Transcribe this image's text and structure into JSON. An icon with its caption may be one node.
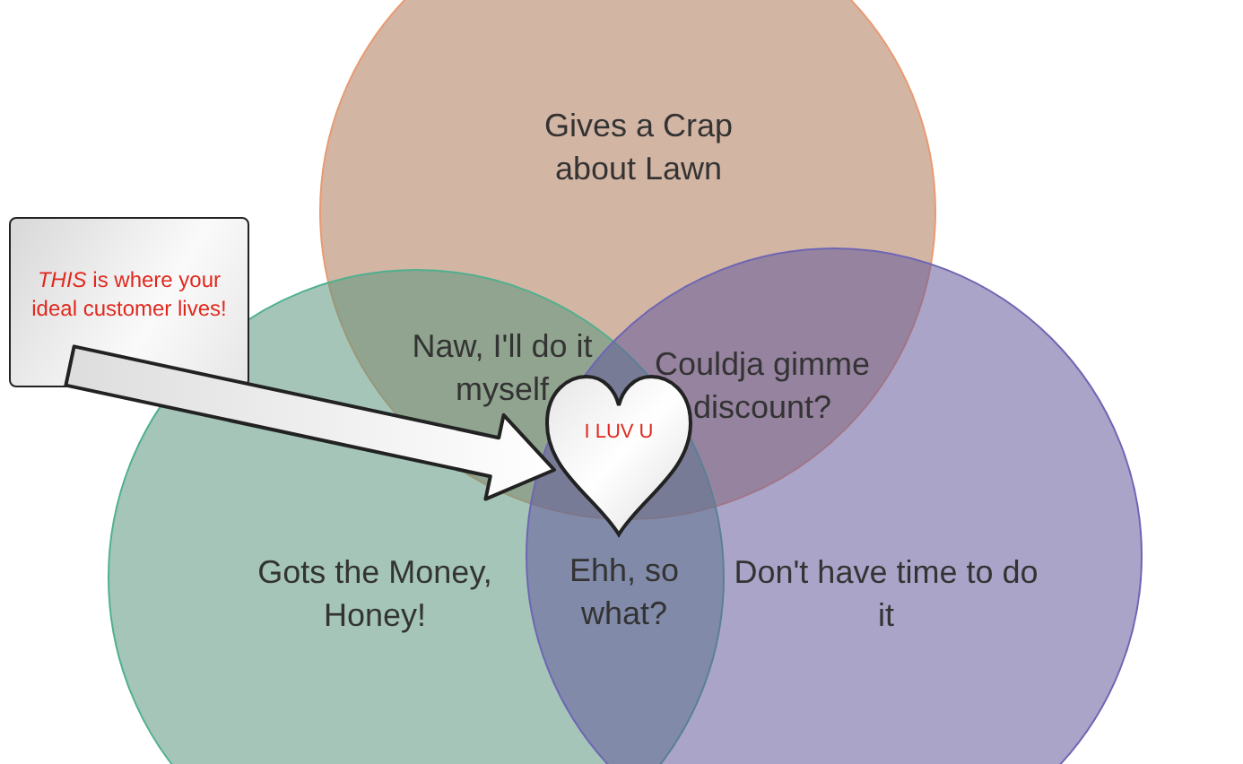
{
  "diagram": {
    "nodes": [
      {
        "text": [
          "Gives a Crap about Lawn"
        ]
      },
      {
        "text": [
          "Gots the Money, Honey!"
        ]
      },
      {
        "text": [
          "Don't have time to do it"
        ]
      },
      {
        "text": [
          "*THIS* is where your ideal customer lives!"
        ]
      },
      {
        "text": [
          "I LUV U"
        ]
      }
    ],
    "edges": [
      {
        "from": 3,
        "to": 4,
        "arrow": "to",
        "style": "thick"
      }
    ],
    "labels": [
      "Naw, I'll do it myself",
      "Couldja gimme discount?",
      "Ehh, so what?"
    ]
  }
}
